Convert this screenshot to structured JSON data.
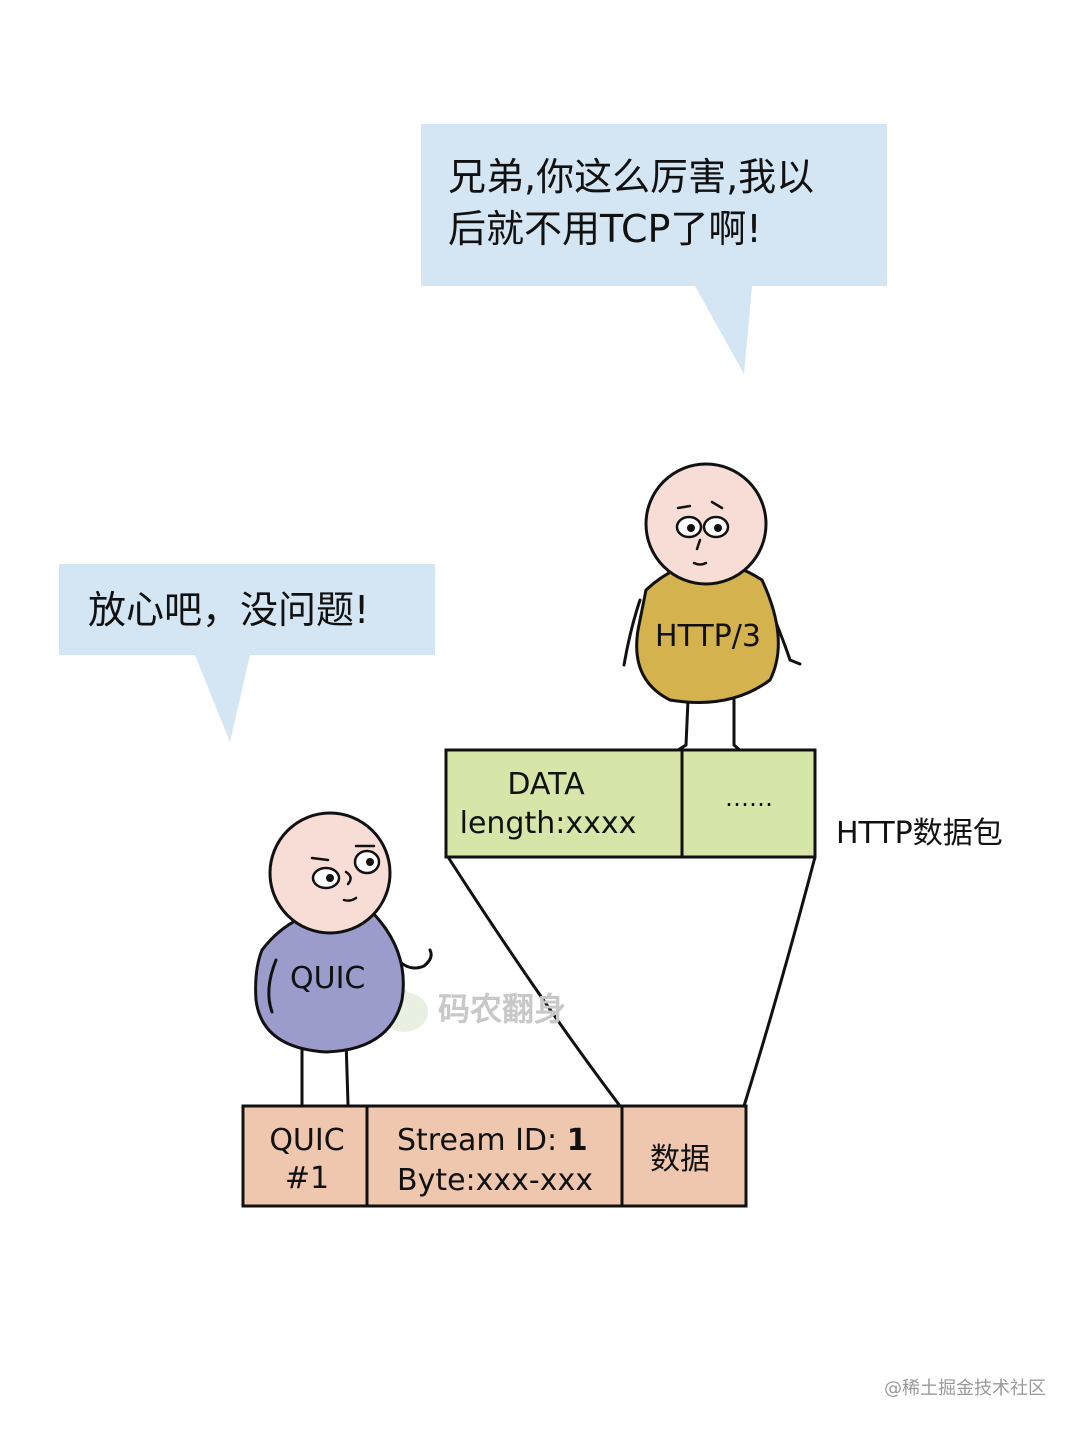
{
  "speech_bubbles": {
    "http3": {
      "line1": "兄弟,你这么厉害,我以",
      "line2": "后就不用TCP了啊!"
    },
    "quic": {
      "text": "放心吧，没问题!"
    }
  },
  "characters": {
    "http3": {
      "label": "HTTP/3",
      "body_color": "#d4b24d"
    },
    "quic": {
      "label": "QUIC",
      "body_color": "#9b9ccc"
    }
  },
  "http_packet": {
    "data_label": "DATA",
    "length_label": "length:xxxx",
    "ellipsis": "……",
    "caption": "HTTP数据包",
    "fill_color": "#d6e6a8"
  },
  "quic_packet": {
    "header_line1": "QUIC",
    "header_line2": "#1",
    "stream_label": "Stream ID: ",
    "stream_id": "1",
    "byte_range": "Byte:xxx-xxx",
    "data_label": "数据",
    "fill_color": "#eec7ae"
  },
  "watermark": "码农翻身",
  "credit": "@稀土掘金技术社区",
  "colors": {
    "bubble": "#d4e6f3",
    "face": "#f7ddd5",
    "outline": "#111111"
  }
}
